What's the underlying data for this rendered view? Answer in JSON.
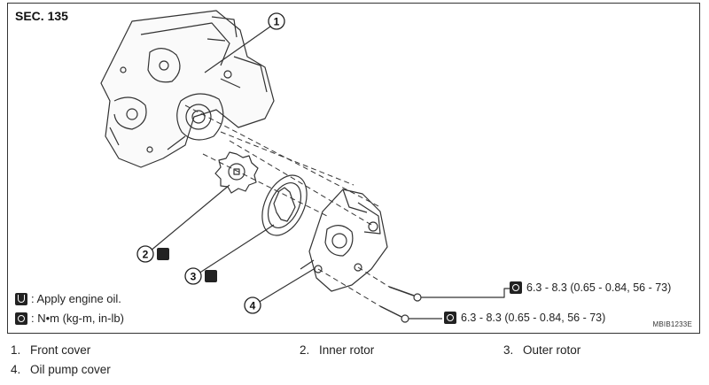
{
  "section_label": "SEC. 135",
  "legend": {
    "oil_text": ": Apply engine oil.",
    "oil_icon": "oil-can-icon",
    "torque_text": ": N•m (kg-m, in-lb)",
    "torque_icon": "torque-wrench-icon"
  },
  "callouts": [
    "1",
    "2",
    "3",
    "4"
  ],
  "torque_specs": [
    "6.3 - 8.3 (0.65 - 0.84, 56 - 73)",
    "6.3 - 8.3 (0.65 - 0.84, 56 - 73)"
  ],
  "image_code": "MBIB1233E",
  "parts": [
    {
      "num": "1.",
      "name": "Front cover"
    },
    {
      "num": "2.",
      "name": "Inner rotor"
    },
    {
      "num": "3.",
      "name": "Outer rotor"
    },
    {
      "num": "4.",
      "name": "Oil pump cover"
    }
  ]
}
